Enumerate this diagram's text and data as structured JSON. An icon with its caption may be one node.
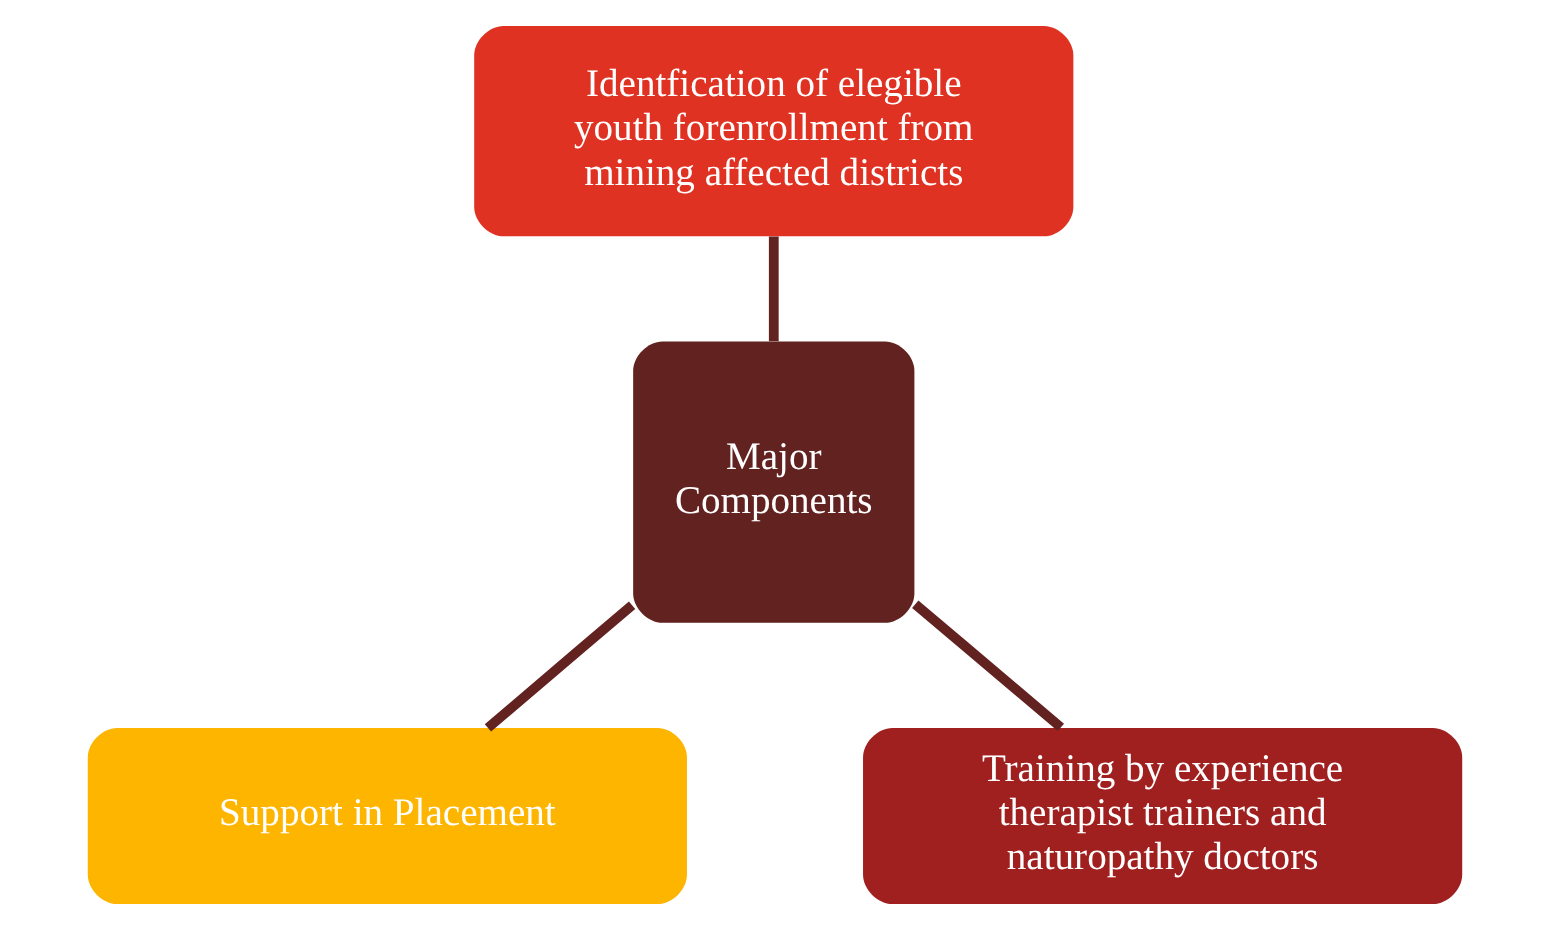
{
  "diagram": {
    "nodes": [
      {
        "text": [
          "Identfication of elegible youth forenrollment from mining affected districts"
        ]
      },
      {
        "text": [
          "Major Components"
        ]
      },
      {
        "text": [
          "Support in Placement"
        ]
      },
      {
        "text": [
          "Training by experience therapist trainers and naturopathy doctors"
        ]
      }
    ],
    "edges": [
      {
        "from": 0,
        "to": 1,
        "arrow": "none"
      },
      {
        "from": 1,
        "to": 2,
        "arrow": "none"
      },
      {
        "from": 1,
        "to": 3,
        "arrow": "none"
      }
    ]
  }
}
